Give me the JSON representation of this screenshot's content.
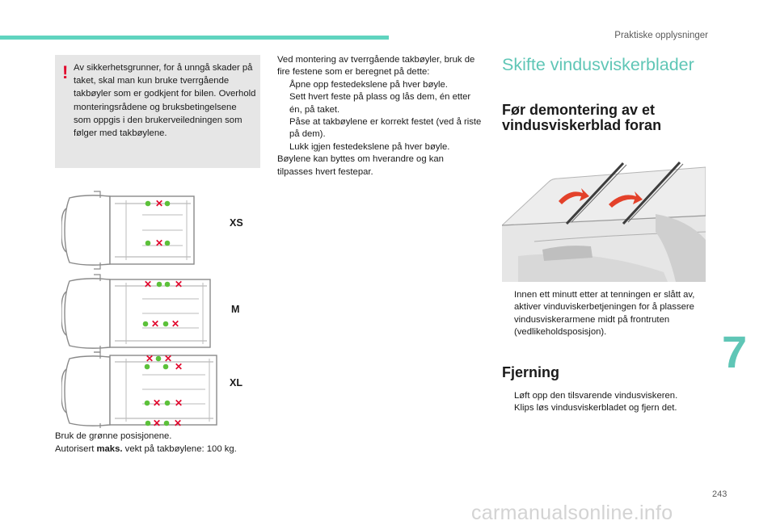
{
  "header": {
    "section": "Praktiske opplysninger",
    "accent_color": "#5fd4bf"
  },
  "warning": {
    "icon": "exclamation-icon",
    "text": "Av sikkerhetsgrunner, for å unngå skader på taket, skal man kun bruke tverrgående takbøyler som er godkjent for bilen. Overhold monteringsrådene og bruksbetingelsene som oppgis i den brukerveiledningen som følger med takbøylene."
  },
  "vans": [
    {
      "label": "XS"
    },
    {
      "label": "M"
    },
    {
      "label": "XL"
    }
  ],
  "caption": {
    "line1": "Bruk de grønne posisjonene.",
    "prefix": "Autorisert ",
    "bold": "maks.",
    "suffix": " vekt på takbøylene: 100 kg."
  },
  "mounting": {
    "intro": "Ved montering av tverrgående takbøyler, bruk de fire festene som er beregnet på dette:",
    "bullet_symbol": "",
    "steps": [
      "Åpne opp festedekslene på hver bøyle.",
      "Sett hvert feste på plass og lås dem, én etter én, på taket.",
      "Påse at takbøylene er korrekt festet (ved å riste på dem).",
      "Lukk igjen festedekslene på hver bøyle."
    ],
    "outro": "Bøylene kan byttes om hverandre og kan tilpasses hvert festepar."
  },
  "wipers": {
    "title": "Skifte vindusviskerblader",
    "subtitle": "Før demontering av et vindusviskerblad foran",
    "before_steps": [
      "Innen ett minutt etter at tenningen er slått av, aktiver vinduviskerbetjeningen for å plassere vindusviskerarmene midt på frontruten (vedlikeholdsposisjon)."
    ],
    "removal_title": "Fjerning",
    "removal_steps": [
      "Løft opp den tilsvarende vindusviskeren.",
      "Klips løs vindusviskerbladet og fjern det."
    ]
  },
  "chapter_number": "7",
  "page_number": "243",
  "watermark": "carmanualsonline.info",
  "colors": {
    "green": "#5cc13a",
    "red": "#e1062c",
    "title": "#5fc6b6"
  }
}
